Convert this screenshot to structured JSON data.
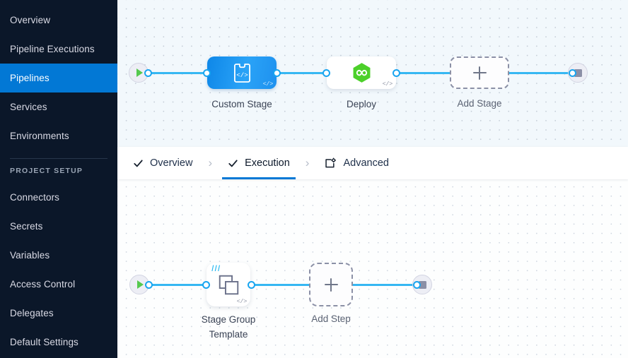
{
  "sidebar": {
    "items": [
      {
        "label": "Overview",
        "icon": "none",
        "active": false
      },
      {
        "label": "Pipeline Executions",
        "icon": "none",
        "active": false
      },
      {
        "label": "Pipelines",
        "icon": "none",
        "active": true
      },
      {
        "label": "Services",
        "icon": "none",
        "active": false
      },
      {
        "label": "Environments",
        "icon": "none",
        "active": false
      }
    ],
    "section_title": "PROJECT SETUP",
    "setup_items": [
      {
        "label": "Connectors"
      },
      {
        "label": "Secrets"
      },
      {
        "label": "Variables"
      },
      {
        "label": "Access Control"
      },
      {
        "label": "Delegates"
      },
      {
        "label": "Default Settings"
      }
    ],
    "colors": {
      "background": "#0b1729",
      "active_background": "#0278d5",
      "text": "#d9dae5"
    }
  },
  "tabs": {
    "items": [
      {
        "label": "Overview",
        "icon": "check-icon",
        "active": false
      },
      {
        "label": "Execution",
        "icon": "check-icon",
        "active": true
      },
      {
        "label": "Advanced",
        "icon": "advanced-settings-icon",
        "active": false
      }
    ],
    "separator": "›",
    "active_underline_color": "#0278d5"
  },
  "stage_canvas": {
    "start_node": {
      "icon": "play-icon",
      "name": "pipeline-start"
    },
    "end_node": {
      "icon": "stop-icon",
      "name": "pipeline-end"
    },
    "nodes": [
      {
        "label": "Custom Stage",
        "icon": "custom-stage-code-icon",
        "badge": "</>",
        "type": "custom"
      },
      {
        "label": "Deploy",
        "icon": "harness-deploy-hexagon-icon",
        "badge": "</>",
        "type": "deploy"
      },
      {
        "label": "Add Stage",
        "icon": "plus-icon",
        "type": "add"
      }
    ],
    "edge_color": "#36b7f2"
  },
  "step_canvas": {
    "start_node": {
      "icon": "play-icon",
      "name": "execution-start"
    },
    "end_node": {
      "icon": "stop-icon",
      "name": "execution-end"
    },
    "nodes": [
      {
        "label": "Stage Group\nTemplate",
        "icon": "stacked-squares-icon",
        "badge": "</>",
        "template_mark": "|||",
        "type": "template"
      },
      {
        "label": "Add Step",
        "icon": "plus-icon",
        "type": "add"
      }
    ],
    "edge_color": "#36b7f2"
  }
}
